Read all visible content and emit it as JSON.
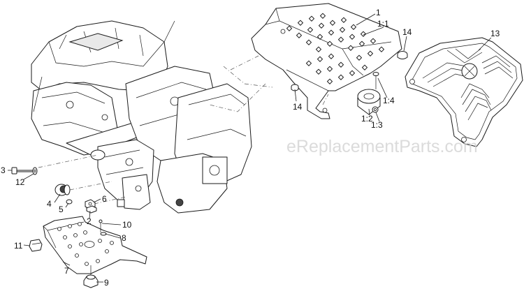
{
  "watermark": "eReplacementParts.com",
  "callouts": {
    "c1": "1",
    "c1_1": "1:1",
    "c1_2": "1:2",
    "c1_3": "1:3",
    "c1_4": "1:4",
    "c2": "2",
    "c3": "3",
    "c4": "4",
    "c5": "5",
    "c6": "6",
    "c7": "7",
    "c8": "8",
    "c9": "9",
    "c10": "10",
    "c11": "11",
    "c12": "12",
    "c13": "13",
    "c14a": "14",
    "c14b": "14"
  }
}
